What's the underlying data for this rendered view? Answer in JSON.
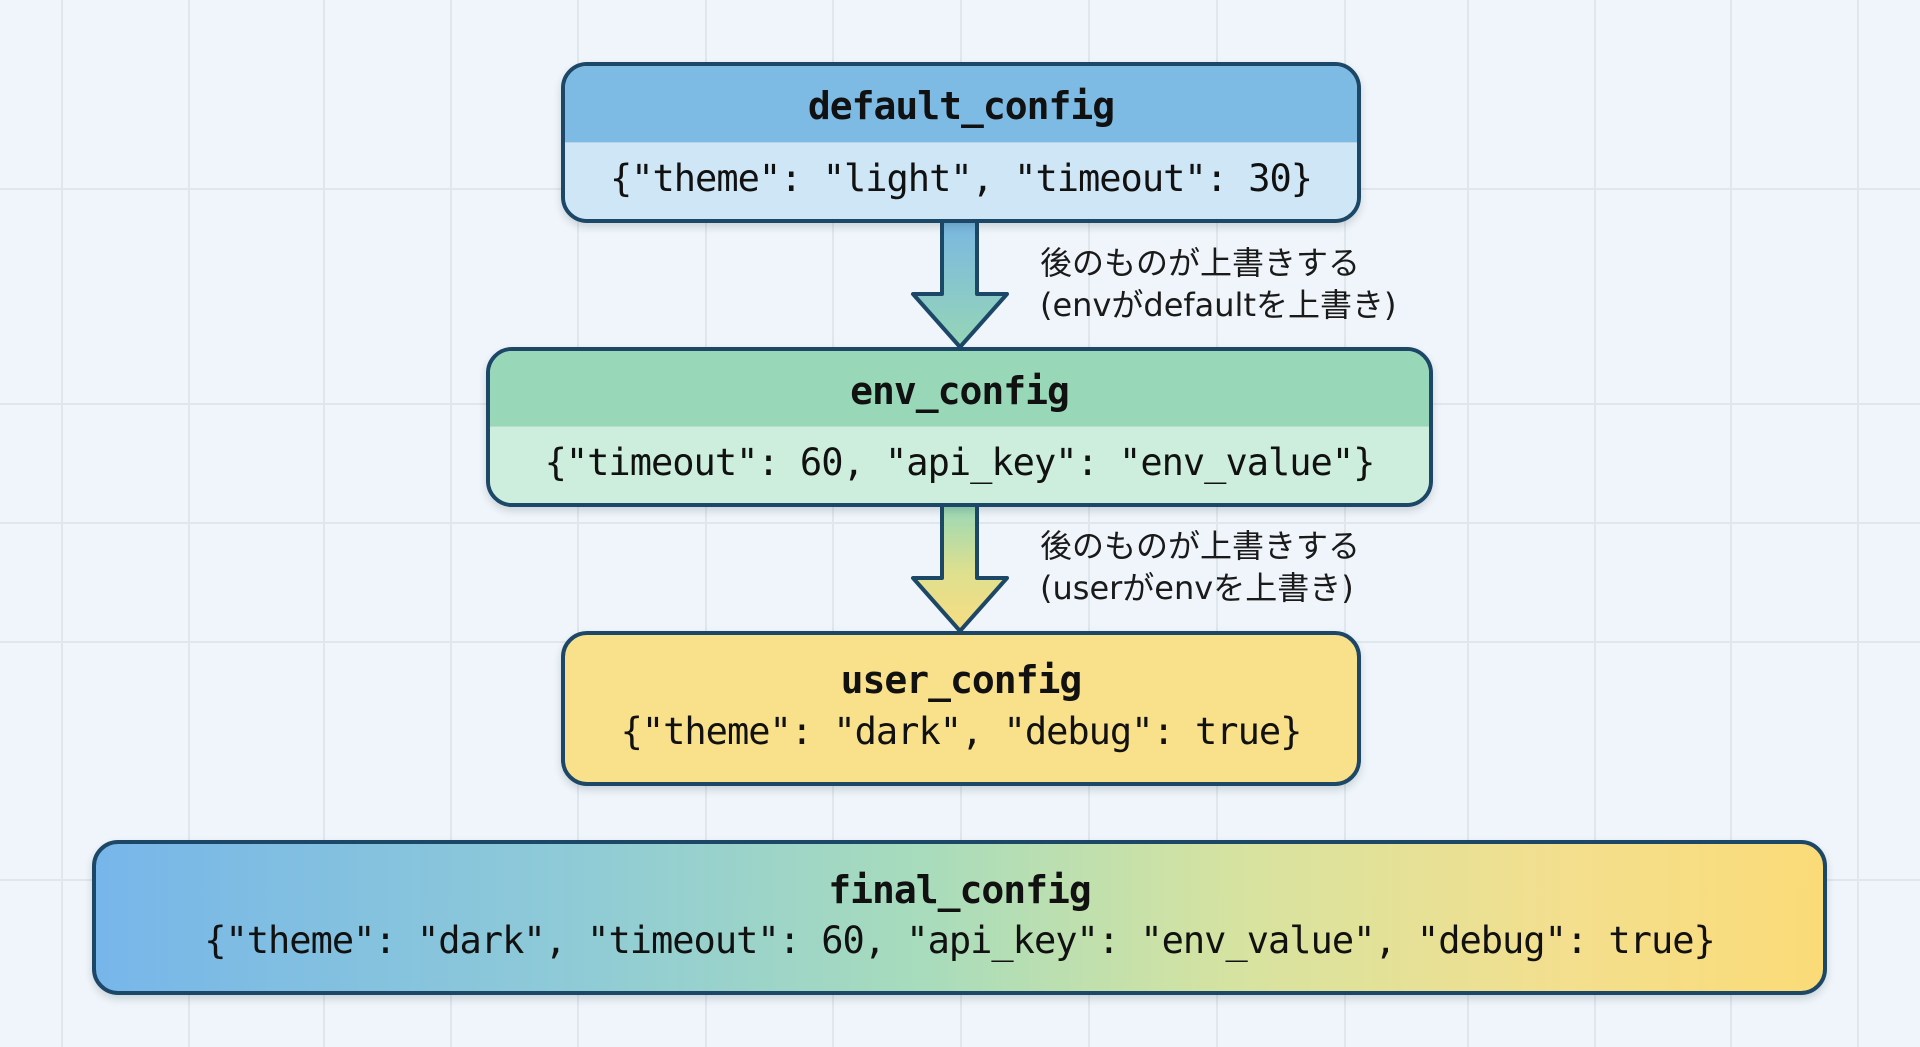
{
  "diagram": {
    "nodes": [
      {
        "id": "default",
        "title": "default_config",
        "value": "{\"theme\": \"light\", \"timeout\": 30}",
        "color": "#7dbbe4"
      },
      {
        "id": "env",
        "title": "env_config",
        "value": "{\"timeout\": 60, \"api_key\": \"env_value\"}",
        "color": "#98d8b8"
      },
      {
        "id": "user",
        "title": "user_config",
        "value": "{\"theme\": \"dark\", \"debug\": true}",
        "color": "#f9e08a"
      },
      {
        "id": "final",
        "title": "final_config",
        "value": "{\"theme\": \"dark\", \"timeout\": 60, \"api_key\": \"env_value\", \"debug\": true}",
        "color": "gradient blue→green→yellow"
      }
    ],
    "edges": [
      {
        "from": "default",
        "to": "env",
        "label_line1": "後のものが上書きする",
        "label_line2": "(envがdefaultを上書き)"
      },
      {
        "from": "env",
        "to": "user",
        "label_line1": "後のものが上書きする",
        "label_line2": "(userがenvを上書き)"
      }
    ]
  }
}
